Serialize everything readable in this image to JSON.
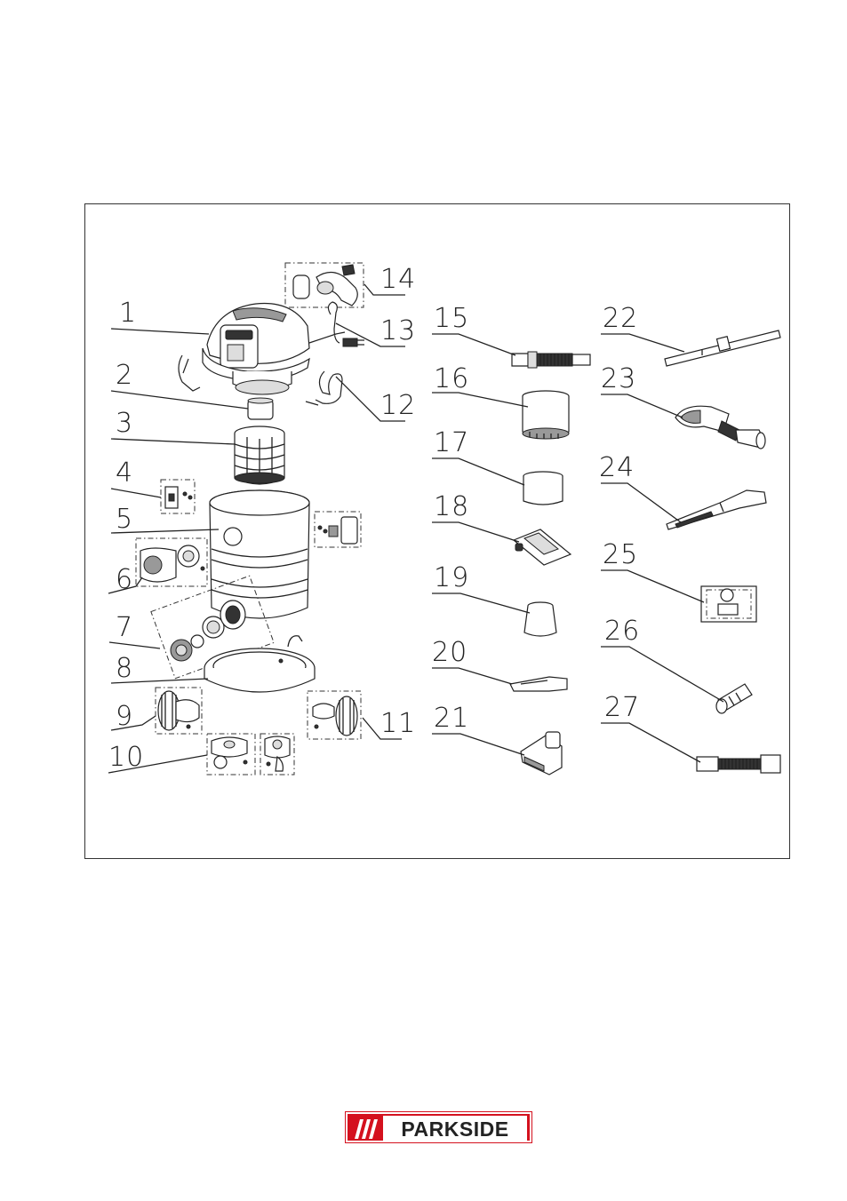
{
  "diagram": {
    "part_numbers": [
      "1",
      "2",
      "3",
      "4",
      "5",
      "6",
      "7",
      "8",
      "9",
      "10",
      "11",
      "12",
      "13",
      "14",
      "15",
      "16",
      "17",
      "18",
      "19",
      "20",
      "21",
      "22",
      "23",
      "24",
      "25",
      "26",
      "27"
    ]
  },
  "brand": {
    "name": "PARKSIDE",
    "color": "#d4111e"
  }
}
